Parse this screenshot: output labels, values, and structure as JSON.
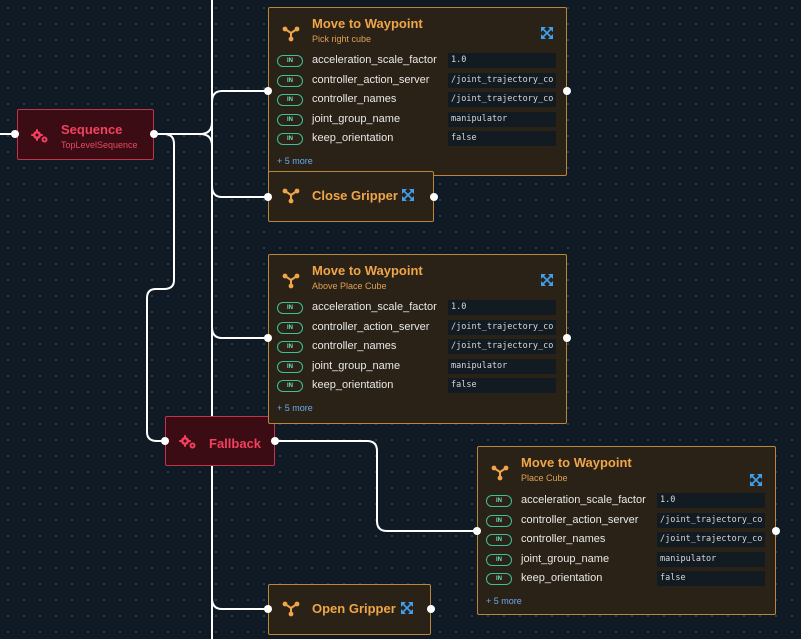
{
  "nodes": {
    "sequence": {
      "title": "Sequence",
      "subtitle": "TopLevelSequence"
    },
    "fallback": {
      "title": "Fallback"
    },
    "pick": {
      "title": "Move to Waypoint",
      "subtitle": "Pick right cube",
      "more": "+ 5 more",
      "ports": [
        {
          "badge": "IN",
          "name": "acceleration_scale_factor",
          "value": "1.0"
        },
        {
          "badge": "IN",
          "name": "controller_action_server",
          "value": "/joint_trajectory_co"
        },
        {
          "badge": "IN",
          "name": "controller_names",
          "value": "/joint_trajectory_co"
        },
        {
          "badge": "IN",
          "name": "joint_group_name",
          "value": "manipulator"
        },
        {
          "badge": "IN",
          "name": "keep_orientation",
          "value": "false"
        }
      ]
    },
    "close": {
      "title": "Close Gripper"
    },
    "above": {
      "title": "Move to Waypoint",
      "subtitle": "Above Place Cube",
      "more": "+ 5 more",
      "ports": [
        {
          "badge": "IN",
          "name": "acceleration_scale_factor",
          "value": "1.0"
        },
        {
          "badge": "IN",
          "name": "controller_action_server",
          "value": "/joint_trajectory_co"
        },
        {
          "badge": "IN",
          "name": "controller_names",
          "value": "/joint_trajectory_co"
        },
        {
          "badge": "IN",
          "name": "joint_group_name",
          "value": "manipulator"
        },
        {
          "badge": "IN",
          "name": "keep_orientation",
          "value": "false"
        }
      ]
    },
    "place": {
      "title": "Move to Waypoint",
      "subtitle": "Place Cube",
      "more": "+ 5 more",
      "ports": [
        {
          "badge": "IN",
          "name": "acceleration_scale_factor",
          "value": "1.0"
        },
        {
          "badge": "IN",
          "name": "controller_action_server",
          "value": "/joint_trajectory_co"
        },
        {
          "badge": "IN",
          "name": "controller_names",
          "value": "/joint_trajectory_co"
        },
        {
          "badge": "IN",
          "name": "joint_group_name",
          "value": "manipulator"
        },
        {
          "badge": "IN",
          "name": "keep_orientation",
          "value": "false"
        }
      ]
    },
    "open": {
      "title": "Open Gripper"
    }
  },
  "colors": {
    "action_border": "#b8873c",
    "action_title": "#f0a54a",
    "control_border": "#c2324a",
    "control_title": "#f2405e",
    "port_badge": "#3fbf9b",
    "more_link": "#6aa9f0",
    "wire": "#ffffff"
  },
  "icons": {
    "action": "branch-icon",
    "control": "gears-icon",
    "expand": "expand-icon"
  }
}
